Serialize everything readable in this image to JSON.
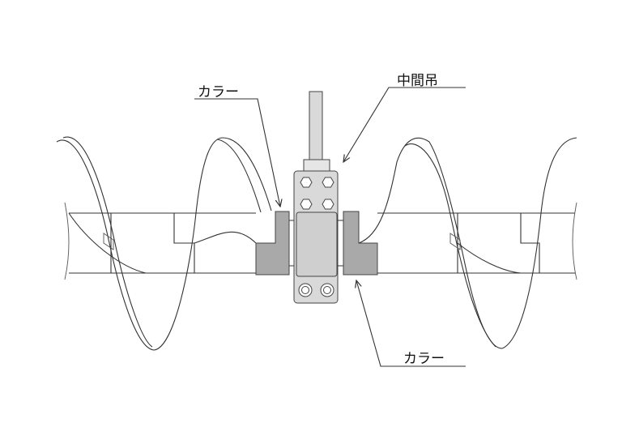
{
  "labels": {
    "collar_top": "カラー",
    "intermediate_hanger": "中間吊",
    "collar_bottom": "カラー"
  },
  "colors": {
    "collar": "#a9a9a9",
    "hanger": "#d9d9d9",
    "hanger_center": "#cfcfcf",
    "line": "#333333"
  }
}
